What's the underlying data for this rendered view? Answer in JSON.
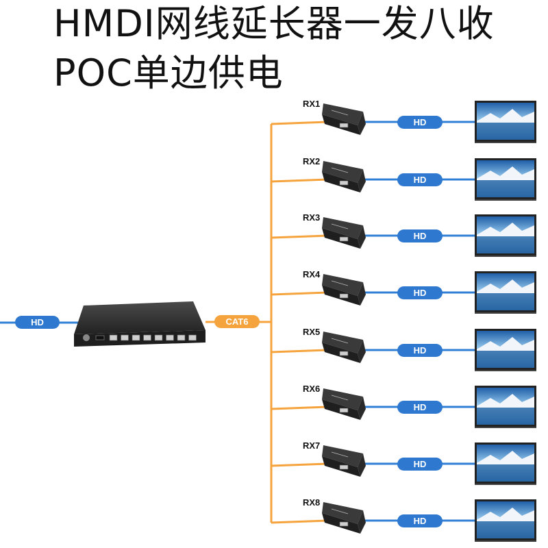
{
  "title": {
    "line1": "HMDI网线延长器一发八收",
    "line2": "POC单边供电"
  },
  "input_label": "HD",
  "trunk_label": "CAT6",
  "receivers": [
    {
      "name": "RX1",
      "out_label": "HD"
    },
    {
      "name": "RX2",
      "out_label": "HD"
    },
    {
      "name": "RX3",
      "out_label": "HD"
    },
    {
      "name": "RX4",
      "out_label": "HD"
    },
    {
      "name": "RX5",
      "out_label": "HD"
    },
    {
      "name": "RX6",
      "out_label": "HD"
    },
    {
      "name": "RX7",
      "out_label": "HD"
    },
    {
      "name": "RX8",
      "out_label": "HD"
    }
  ],
  "colors": {
    "hdmi_cable": "#2f7fd6",
    "cat6_cable": "#f5a33c",
    "hd_pill": "#2e79cf",
    "cat6_pill": "#f5a33c",
    "device": "#2b2b2b"
  },
  "icons": {
    "transmitter": "hdmi-transmitter-icon",
    "receiver": "hdmi-receiver-icon",
    "display": "tv-display-icon"
  }
}
